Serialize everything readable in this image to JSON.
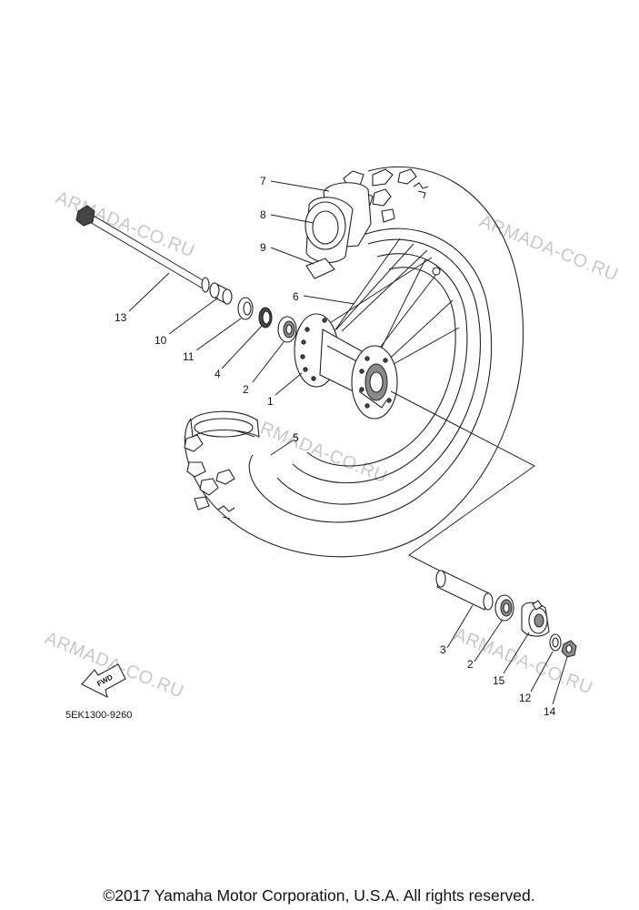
{
  "callouts": {
    "c7": "7",
    "c8": "8",
    "c9": "9",
    "c6": "6",
    "c13": "13",
    "c10": "10",
    "c11": "11",
    "c4": "4",
    "c2a": "2",
    "c1": "1",
    "c5": "5",
    "c3": "3",
    "c2b": "2",
    "c15": "15",
    "c12": "12",
    "c14": "14"
  },
  "watermark": "ARMADA-CO.RU",
  "fwd_label": "FWD",
  "diagram_code": "5EK1300-9260",
  "copyright": "©2017 Yamaha Motor Corporation, U.S.A. All rights reserved."
}
